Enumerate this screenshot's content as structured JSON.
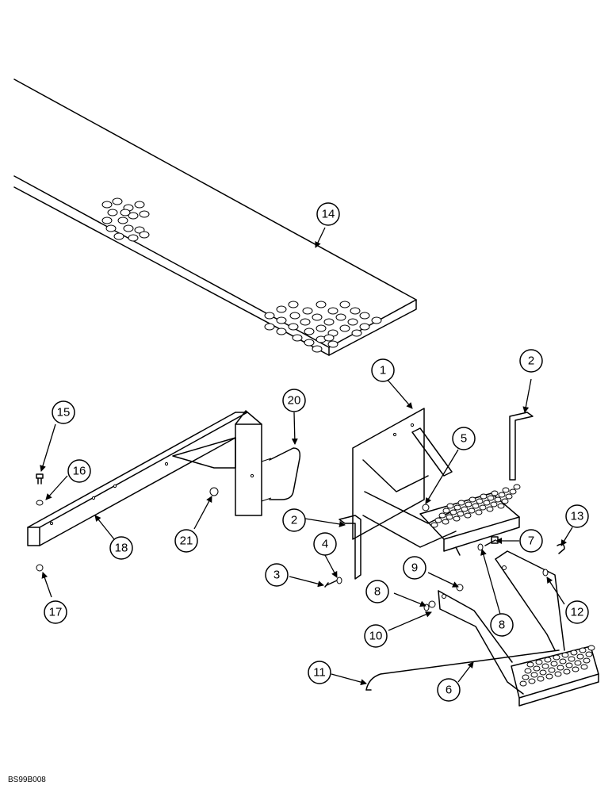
{
  "figure_code": "BS99B008",
  "callouts": [
    {
      "id": "c1",
      "label": "1"
    },
    {
      "id": "c2a",
      "label": "2"
    },
    {
      "id": "c2b",
      "label": "2"
    },
    {
      "id": "c3",
      "label": "3"
    },
    {
      "id": "c4",
      "label": "4"
    },
    {
      "id": "c5",
      "label": "5"
    },
    {
      "id": "c6",
      "label": "6"
    },
    {
      "id": "c7",
      "label": "7"
    },
    {
      "id": "c8a",
      "label": "8"
    },
    {
      "id": "c8b",
      "label": "8"
    },
    {
      "id": "c9",
      "label": "9"
    },
    {
      "id": "c10",
      "label": "10"
    },
    {
      "id": "c11",
      "label": "11"
    },
    {
      "id": "c12",
      "label": "12"
    },
    {
      "id": "c13",
      "label": "13"
    },
    {
      "id": "c14",
      "label": "14"
    },
    {
      "id": "c15",
      "label": "15"
    },
    {
      "id": "c16",
      "label": "16"
    },
    {
      "id": "c17",
      "label": "17"
    },
    {
      "id": "c18",
      "label": "18"
    },
    {
      "id": "c20",
      "label": "20"
    },
    {
      "id": "c21",
      "label": "21"
    }
  ]
}
